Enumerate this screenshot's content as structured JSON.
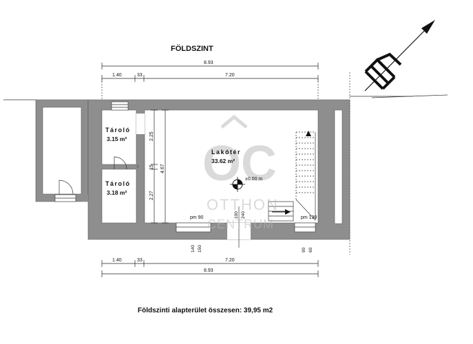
{
  "plan": {
    "title": "FÖLDSZINT",
    "summary": "Földszinti alapterület összesen: 39,95 m2",
    "dims_top": {
      "total": "8.93",
      "a": "1.40",
      "b": "33",
      "c": "7.20"
    },
    "dims_bottom": {
      "total": "8.93",
      "a": "1.40",
      "b": "33",
      "c": "7.20"
    },
    "rooms": [
      {
        "name": "Tároló",
        "area": "3.15 m²"
      },
      {
        "name": "Tároló",
        "area": "3.18 m²"
      },
      {
        "name": "Lakótér",
        "area": "33.62 m²"
      }
    ],
    "vertical_dims": {
      "upper": "2.25",
      "mid": "15",
      "lower": "2.27",
      "overall": "4.67"
    },
    "level_mark": "±0.00 m",
    "window_labels": {
      "w1": "pm 90",
      "w2": "pm 130"
    },
    "opening_dims": {
      "d1": "100",
      "d2": "240",
      "d3": "140",
      "d4": "150",
      "d5": "90",
      "d6": "60"
    },
    "watermark": {
      "mark": "OC",
      "line1": "OTTHON",
      "line2": "CENTRUM"
    },
    "colors": {
      "wall": "#8e8e8e",
      "line": "#222222",
      "watermark": "#bdbdbd"
    }
  }
}
